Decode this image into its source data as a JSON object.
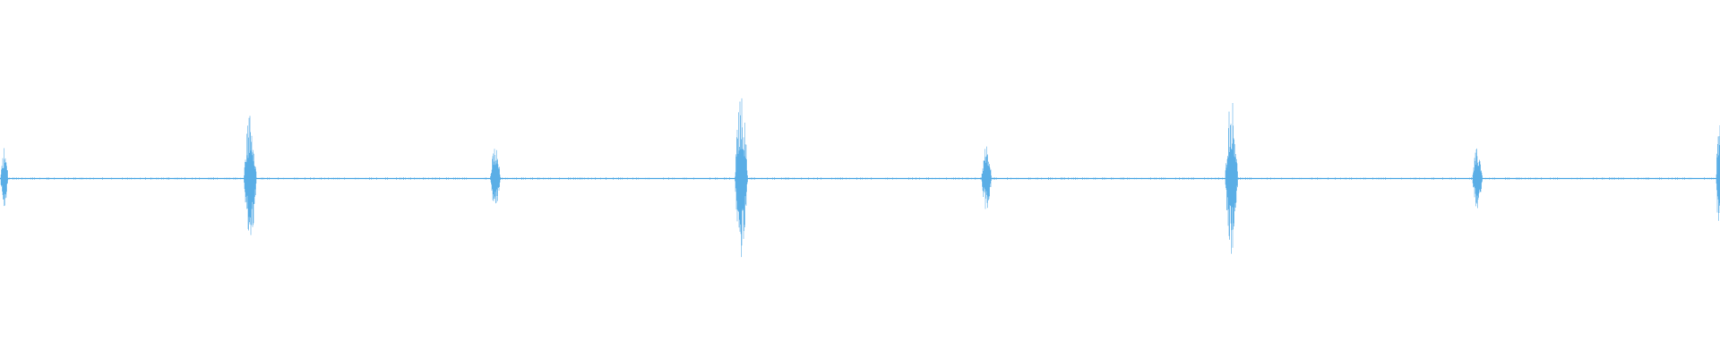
{
  "waveform": {
    "color": "#5aaee6",
    "background": "#ffffff",
    "peak_max": 1.0,
    "baseline_noise": 0.012,
    "bursts": [
      {
        "position": 0.0025,
        "amplitude": 0.38,
        "width": 0.0045
      },
      {
        "position": 0.1455,
        "amplitude": 0.78,
        "width": 0.0075
      },
      {
        "position": 0.288,
        "amplitude": 0.38,
        "width": 0.006
      },
      {
        "position": 0.431,
        "amplitude": 1.0,
        "width": 0.0075
      },
      {
        "position": 0.5735,
        "amplitude": 0.4,
        "width": 0.006
      },
      {
        "position": 0.716,
        "amplitude": 0.97,
        "width": 0.0075
      },
      {
        "position": 0.859,
        "amplitude": 0.38,
        "width": 0.006
      },
      {
        "position": 0.9995,
        "amplitude": 0.72,
        "width": 0.0035
      }
    ]
  }
}
